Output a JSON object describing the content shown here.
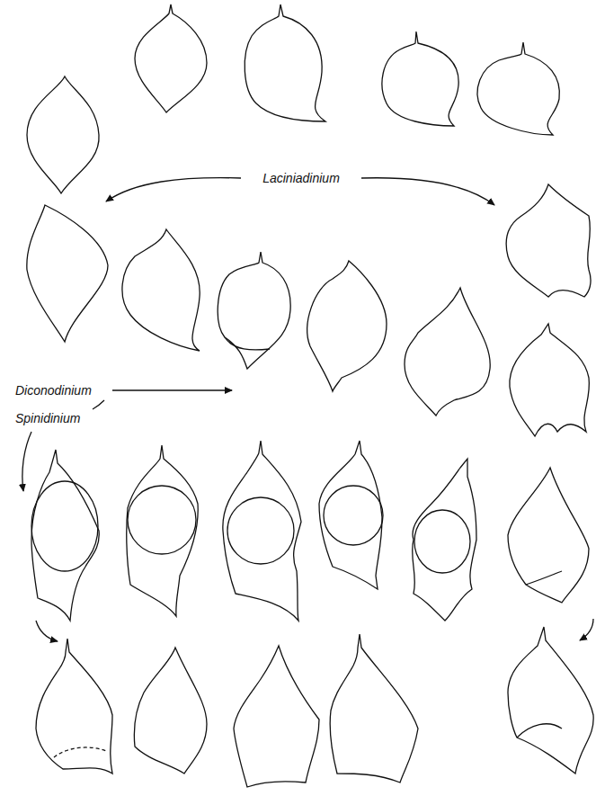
{
  "diagram": {
    "labels": [
      "Laciniadinium",
      "Diconodinium",
      "Spinidinium"
    ]
  }
}
